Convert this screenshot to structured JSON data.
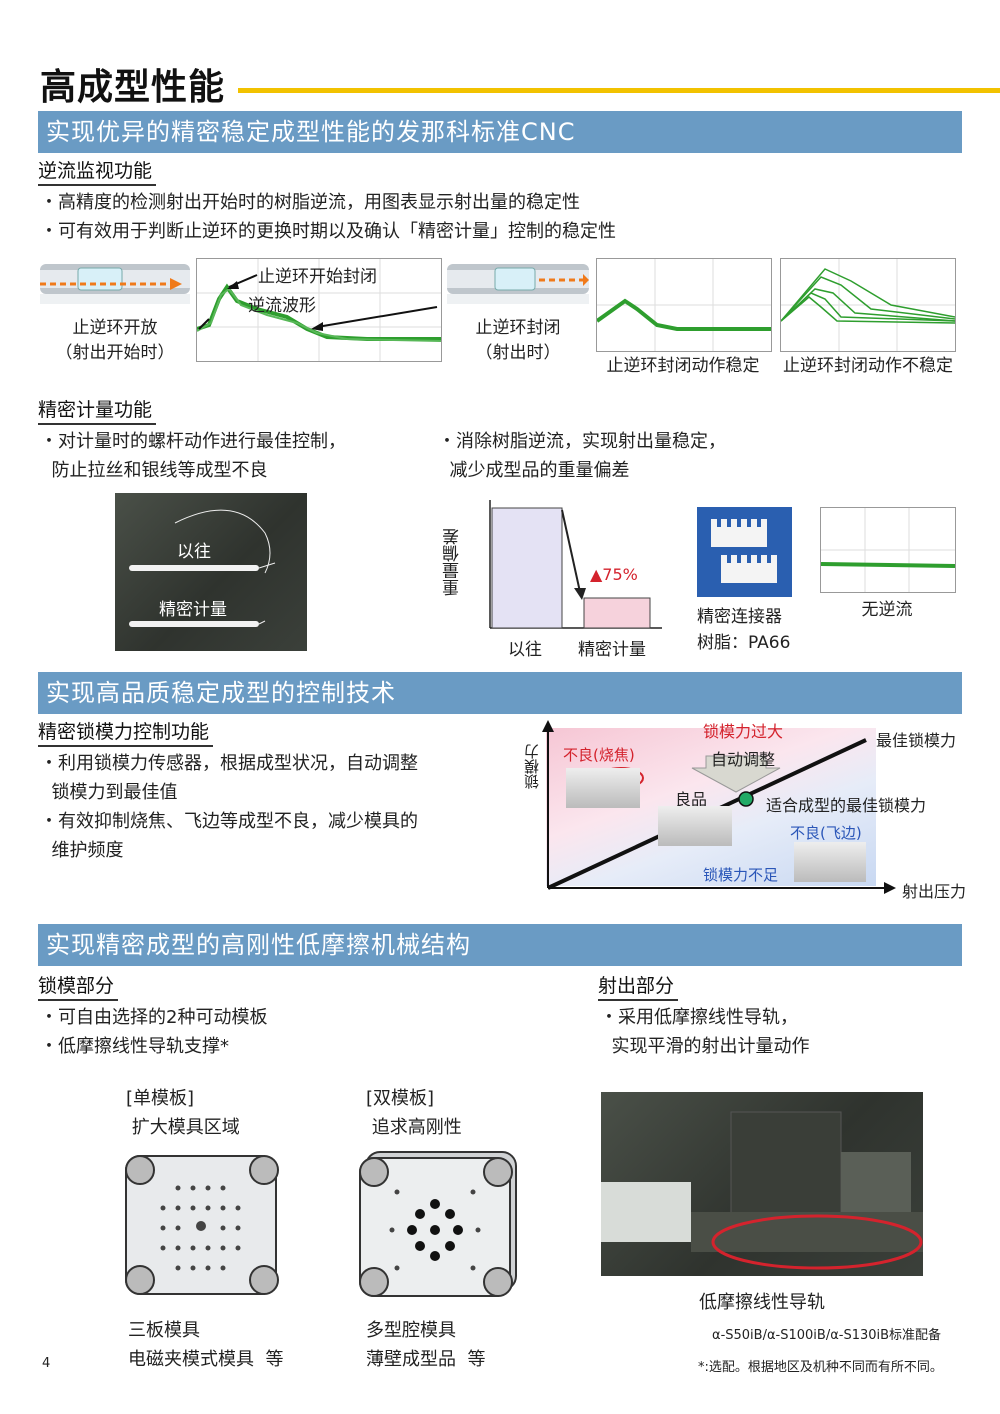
{
  "page_title": "高成型性能",
  "section1": {
    "banner": "实现优异的精密稳定成型性能的发那科标准CNC",
    "sub1": "逆流监视功能",
    "bullets1": [
      "・高精度的检测射出开始时的树脂逆流，用图表显示射出量的稳定性",
      "・可有效用于判断止逆环的更换时期以及确认「精密计量」控制的稳定性"
    ],
    "label_seal_start": "止逆环开始封闭",
    "label_wave": "逆流波形",
    "cap_open": "止逆环开放\n（射出开始时）",
    "cap_closed": "止逆环封闭\n（射出时）",
    "cap_stable": "止逆环封闭动作稳定",
    "cap_unstable": "止逆环封闭动作不稳定",
    "sub2": "精密计量功能",
    "bullets2a": "・对计量时的螺杆动作进行最佳控制，\n  防止拉丝和银线等成型不良",
    "bullets2b": "・消除树脂逆流，实现射出量稳定，\n  减少成型品的重量偏差",
    "photo_label_old": "以往",
    "photo_label_new": "精密计量",
    "bar_ylabel": "重量偏差",
    "bar_cat_old": "以往",
    "bar_cat_new": "精密计量",
    "bar_annot": "▲75%",
    "cap_connector": "精密连接器\n树脂：PA66",
    "cap_noflow": "无逆流"
  },
  "section2": {
    "banner": "实现高品质稳定成型的控制技术",
    "sub": "精密锁模力控制功能",
    "bullets": "・利用锁模力传感器，根据成型状况，自动调整\n  锁模力到最佳值\n・有效抑制烧焦、飞边等成型不良，减少模具的\n  维护频度",
    "ylabel": "锁模力",
    "xlabel": "射出压力",
    "over": "锁模力过大",
    "auto": "自动调整",
    "best": "最佳锁模力",
    "optimal": "适合成型的最佳锁模力",
    "burn": "不良(烧焦)",
    "good": "良品",
    "flash": "不良(飞边)",
    "under": "锁模力不足"
  },
  "section3": {
    "banner": "实现精密成型的高刚性低摩擦机械结构",
    "sub_clamp": "锁模部分",
    "bullets_clamp": "・可自由选择的2种可动模板\n・低摩擦线性导轨支撑*",
    "sub_inject": "射出部分",
    "bullets_inject": "・采用低摩擦线性导轨，\n  实现平滑的射出计量动作",
    "single_head": "[单模板]\n 扩大模具区域",
    "double_head": "[双模板]\n 追求高刚性",
    "single_cap": "三板模具\n电磁夹模式模具  等",
    "double_cap": "多型腔模具\n薄壁成型品  等",
    "rail_cap": "低摩擦线性导轨",
    "models": "α-S50iB/α-S100iB/α-S130iB标准配备",
    "footnote": "*:选配。根据地区及机种不同而有所不同。",
    "page_no": "4"
  },
  "colors": {
    "banner": "#6a9bc4",
    "accent": "#f2c200",
    "trace": "#2e9e2e",
    "alert": "#d4232d"
  }
}
